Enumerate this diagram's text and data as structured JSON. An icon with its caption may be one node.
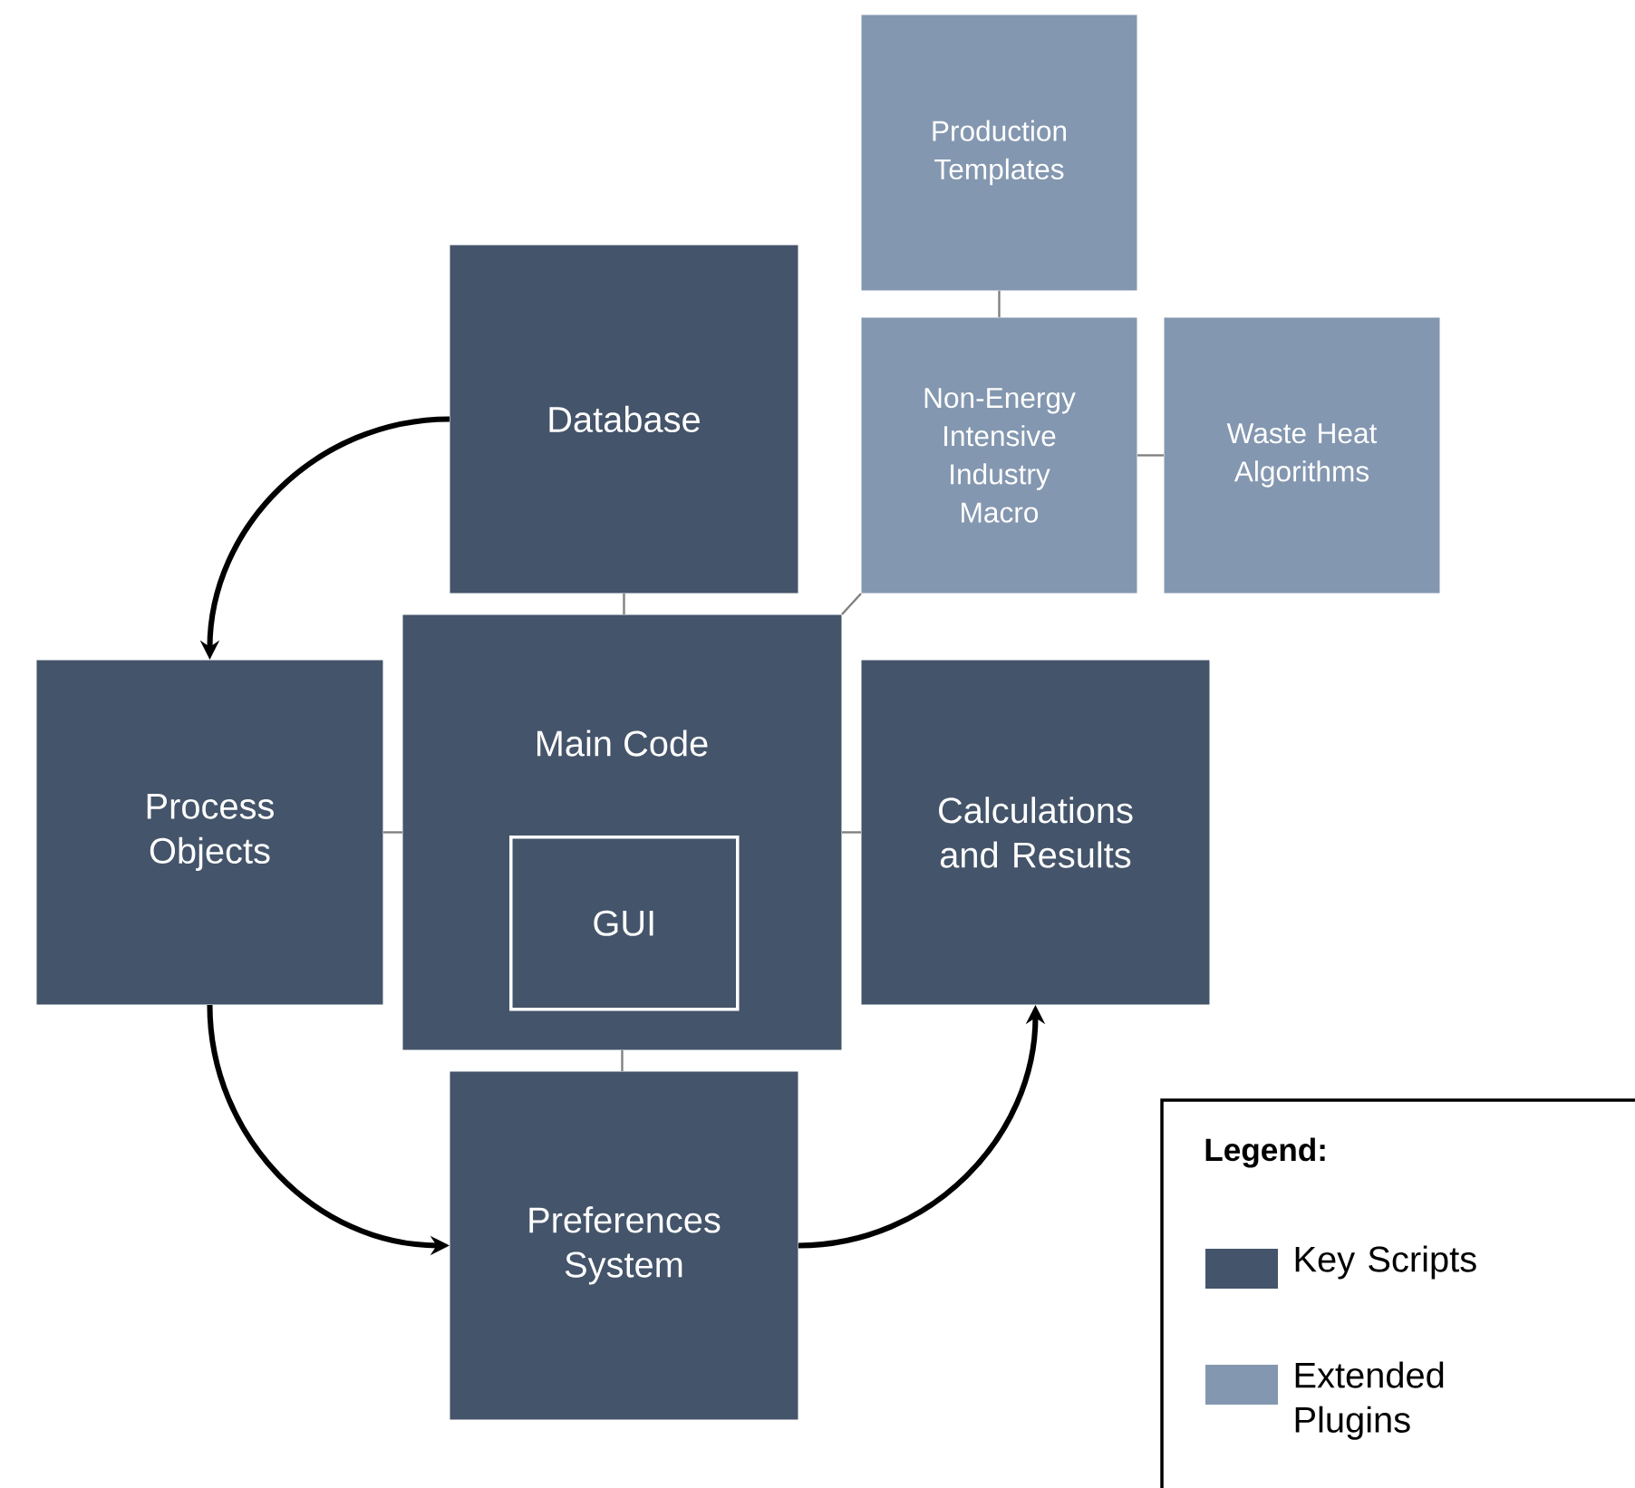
{
  "diagram": {
    "nodes": [
      {
        "text": [
          "Production Templates"
        ]
      },
      {
        "text": [
          "Database"
        ]
      },
      {
        "text": [
          "Non-Energy Intensive Industry Macro"
        ]
      },
      {
        "text": [
          "Waste Heat Algorithms"
        ]
      },
      {
        "text": [
          "Main Code"
        ]
      },
      {
        "text": [
          "GUI"
        ],
        "in": 4
      },
      {
        "text": [
          "Process Objects"
        ]
      },
      {
        "text": [
          "Calculations and Results"
        ]
      },
      {
        "text": [
          "Preferences System"
        ]
      }
    ],
    "edges": [
      {
        "from": 0,
        "to": 2,
        "arrow": "none"
      },
      {
        "from": 2,
        "to": 3,
        "arrow": "none"
      },
      {
        "from": 1,
        "to": 4,
        "arrow": "none"
      },
      {
        "from": 4,
        "to": 2,
        "arrow": "none"
      },
      {
        "from": 6,
        "to": 4,
        "arrow": "none"
      },
      {
        "from": 4,
        "to": 7,
        "arrow": "none"
      },
      {
        "from": 4,
        "to": 8,
        "arrow": "none"
      },
      {
        "from": 1,
        "to": 6,
        "arrow": "to",
        "style": "thick",
        "color": "#000000"
      },
      {
        "from": 6,
        "to": 8,
        "arrow": "to",
        "style": "thick",
        "color": "#000000"
      },
      {
        "from": 8,
        "to": 7,
        "arrow": "to",
        "style": "thick",
        "color": "#000000"
      }
    ],
    "labels": [
      "Legend:"
    ],
    "legend": [
      {
        "text": "Key Scripts",
        "color": "#44546a"
      },
      {
        "text": "Extended Plugins",
        "color": "#8497b0"
      }
    ]
  }
}
